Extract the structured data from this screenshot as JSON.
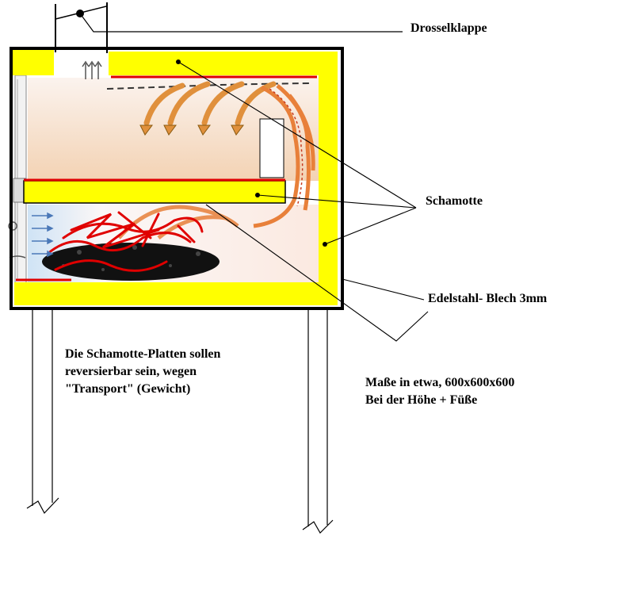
{
  "labels": {
    "damper": "Drosselklappe",
    "firebrick": "Schamotte",
    "steel_sheet": "Edelstahl- Blech 3mm"
  },
  "note_left": [
    "Die Schamotte-Platten sollen",
    "reversierbar sein, wegen",
    "\"Transport\" (Gewicht)"
  ],
  "note_right": [
    "Maße in etwa, 600x600x600",
    "Bei der Höhe + Füße"
  ],
  "colors": {
    "firebrick_fill": "#ffff00",
    "flame": "#e8803a",
    "scribble": "#e00000",
    "outline": "#000000",
    "chamber_glow": "#f6d9bf"
  }
}
